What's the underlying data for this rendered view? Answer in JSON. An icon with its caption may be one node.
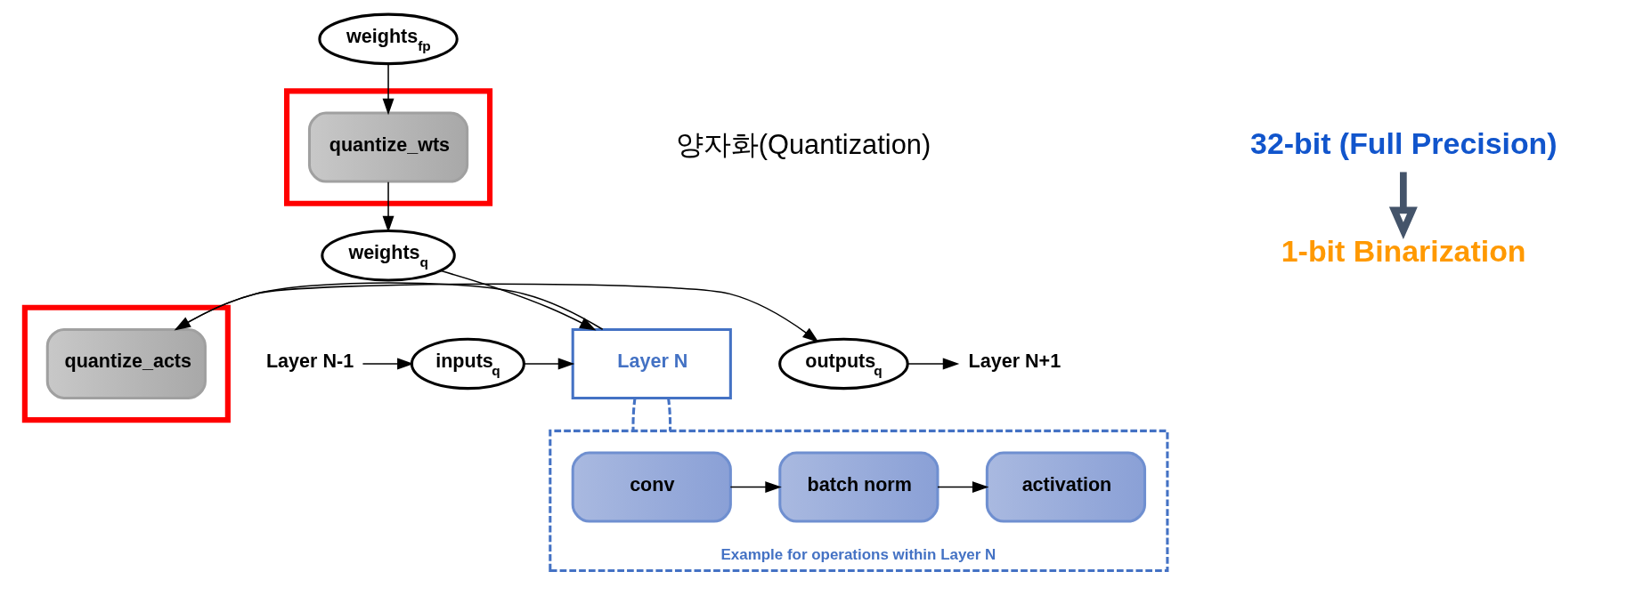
{
  "diagram": {
    "nodes": [
      {
        "text": [
          "weights$_{fp}$"
        ]
      },
      {
        "text": [],
        "shape": "box"
      },
      {
        "text": [
          "quantize_wts"
        ],
        "in": 1
      },
      {
        "text": [
          "weights$_{q}$"
        ]
      },
      {
        "text": [
          "Layer N-1"
        ]
      },
      {
        "text": [
          "inputs$_{q}$"
        ]
      },
      {
        "text": [
          "Layer N"
        ]
      },
      {
        "text": [],
        "shape": "box"
      },
      {
        "text": [
          "quantize_acts"
        ],
        "in": 7
      },
      {
        "text": [
          "outputs$_{q}$"
        ]
      },
      {
        "text": [
          "Layer N+1"
        ]
      },
      {
        "text": [
          "Example for operations within Layer N"
        ]
      },
      {
        "text": [
          "conv"
        ],
        "in": 11
      },
      {
        "text": [
          "batch norm"
        ],
        "in": 11
      },
      {
        "text": [
          "activation"
        ],
        "in": 11
      },
      {
        "text": [
          "32-bit (Full Precision)"
        ]
      },
      {
        "text": [
          "1-bit Binarization"
        ]
      }
    ],
    "edges": [
      {
        "from": 0,
        "to": 2,
        "arrow": "to"
      },
      {
        "from": 2,
        "to": 3,
        "arrow": "to"
      },
      {
        "from": 3,
        "to": 6,
        "arrow": "to"
      },
      {
        "from": 4,
        "to": 5,
        "arrow": "to"
      },
      {
        "from": 5,
        "to": 6,
        "arrow": "to"
      },
      {
        "from": 6,
        "to": 8,
        "arrow": "to"
      },
      {
        "from": 8,
        "to": 9,
        "arrow": "to"
      },
      {
        "from": 9,
        "to": 10,
        "arrow": "to"
      },
      {
        "from": 6,
        "to": 11,
        "arrow": "none",
        "style": "dashed",
        "color": "#4472c4"
      },
      {
        "from": 6,
        "to": 11,
        "arrow": "none",
        "style": "dashed",
        "color": "#4472c4"
      },
      {
        "from": 12,
        "to": 13,
        "arrow": "to"
      },
      {
        "from": 13,
        "to": 14,
        "arrow": "to"
      },
      {
        "from": 15,
        "to": 16,
        "arrow": "to",
        "style": "thick",
        "color": "#44546a"
      }
    ],
    "labels": [
      "양자화(Quantization)"
    ]
  }
}
